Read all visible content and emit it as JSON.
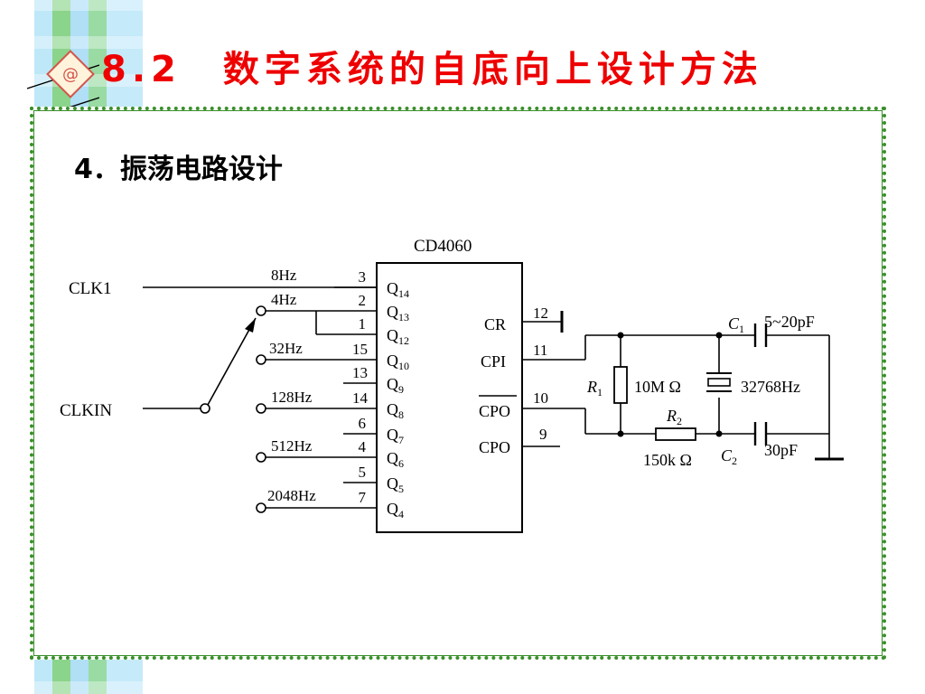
{
  "title": "8.2　数字系统的自底向上设计方法",
  "logo_text": "@",
  "subtitle": "4．振荡电路设计",
  "circuit": {
    "chip_name": "CD4060",
    "inputs": {
      "clk1": "CLK1",
      "clkin": "CLKIN"
    },
    "freqs": [
      "8Hz",
      "4Hz",
      "32Hz",
      "128Hz",
      "512Hz",
      "2048Hz"
    ],
    "left_pins": [
      {
        "num": "3",
        "q": "Q",
        "sub": "14"
      },
      {
        "num": "2",
        "q": "Q",
        "sub": "13"
      },
      {
        "num": "1",
        "q": "Q",
        "sub": "12"
      },
      {
        "num": "15",
        "q": "Q",
        "sub": "10"
      },
      {
        "num": "13",
        "q": "Q",
        "sub": "9"
      },
      {
        "num": "14",
        "q": "Q",
        "sub": "8"
      },
      {
        "num": "6",
        "q": "Q",
        "sub": "7"
      },
      {
        "num": "4",
        "q": "Q",
        "sub": "6"
      },
      {
        "num": "5",
        "q": "Q",
        "sub": "5"
      },
      {
        "num": "7",
        "q": "Q",
        "sub": "4"
      }
    ],
    "right_pins": [
      {
        "label": "CR",
        "num": "12"
      },
      {
        "label": "CPI",
        "num": "11"
      },
      {
        "label": "CPO",
        "num": "10"
      },
      {
        "label": "CPO",
        "num": "9"
      }
    ],
    "components": {
      "r1_letter": "R",
      "r1_sub": "1",
      "r1_value": "10M Ω",
      "r2_letter": "R",
      "r2_sub": "2",
      "r2_value": "150k Ω",
      "c1_letter": "C",
      "c1_sub": "1",
      "c1_value": "5~20pF",
      "c2_letter": "C",
      "c2_sub": "2",
      "c2_value": "30pF",
      "crystal_value": "32768Hz"
    }
  }
}
